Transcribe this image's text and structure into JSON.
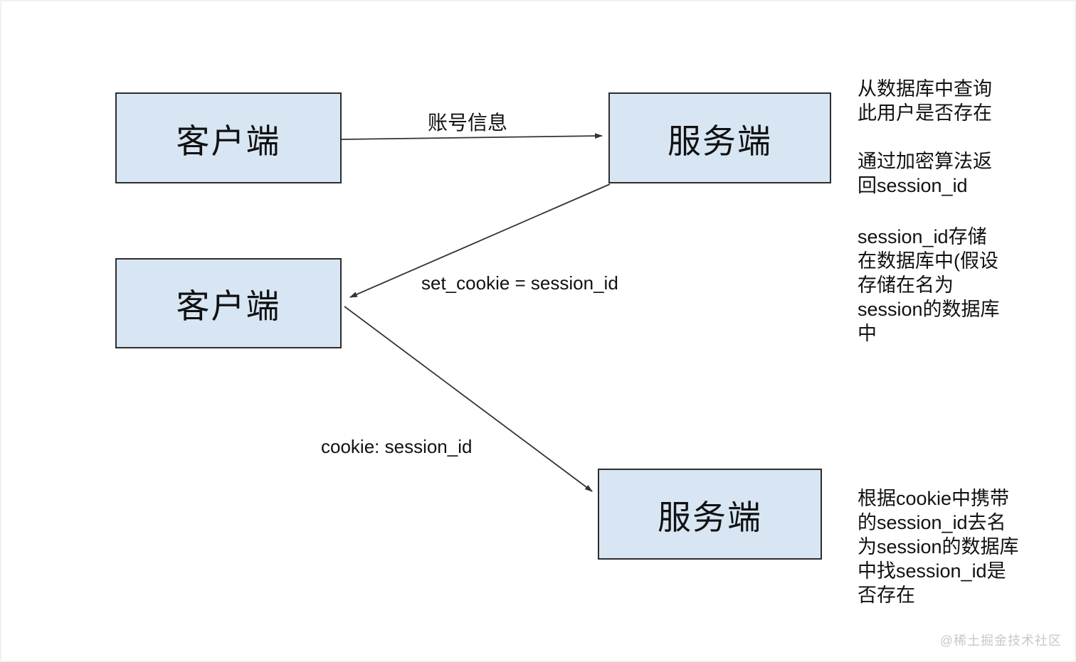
{
  "diagram": {
    "nodes": {
      "client1": {
        "label": "客户端"
      },
      "server1": {
        "label": "服务端"
      },
      "client2": {
        "label": "客户端"
      },
      "server2": {
        "label": "服务端"
      }
    },
    "edges": {
      "account_info": {
        "label": "账号信息",
        "from": "client1",
        "to": "server1"
      },
      "set_cookie": {
        "label": "set_cookie = session_id",
        "from": "server1",
        "to": "client2"
      },
      "cookie": {
        "label": "cookie: session_id",
        "from": "client2",
        "to": "server2"
      }
    },
    "annotations": {
      "query_user": {
        "text": "从数据库中查询\n此用户是否存在\n\n通过加密算法返\n回session_id"
      },
      "session_store": {
        "text": "session_id存储\n在数据库中(假设\n存储在名为\nsession的数据库\n中"
      },
      "cookie_lookup": {
        "text": "根据cookie中携带\n的session_id去名\n为session的数据库\n中找session_id是\n否存在"
      }
    },
    "watermark": "@稀土掘金技术社区",
    "colors": {
      "node_fill": "#d8e6f4",
      "node_border": "#2d2d2d",
      "arrow": "#333333",
      "text": "#111111",
      "watermark": "#c8c8c8"
    }
  }
}
